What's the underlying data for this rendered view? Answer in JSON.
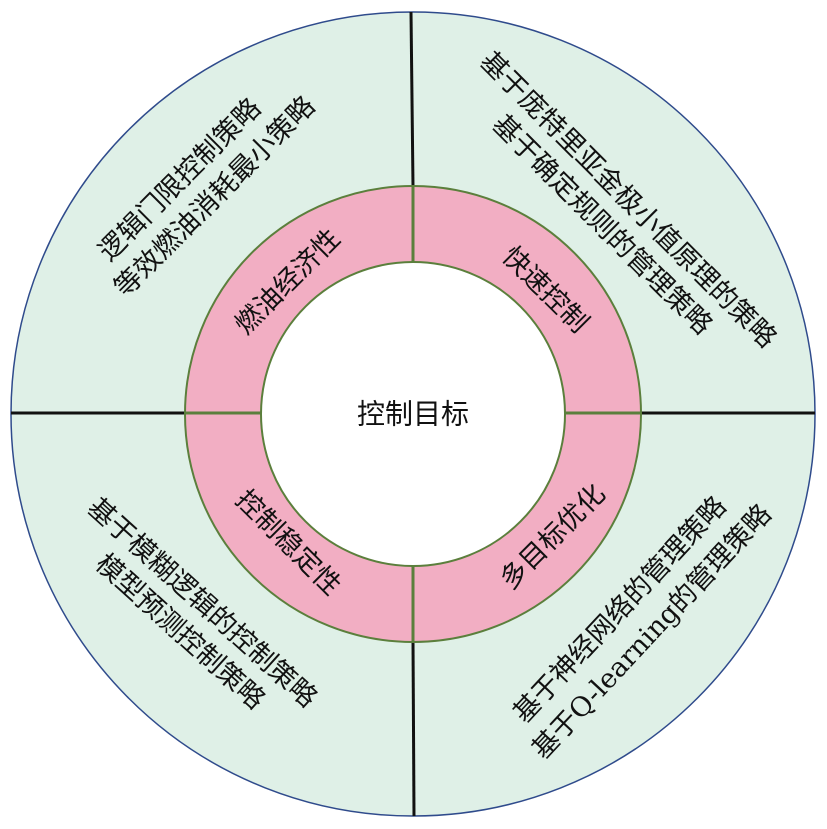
{
  "center": {
    "label": "控制目标"
  },
  "ring": [
    {
      "label": "燃油经济性"
    },
    {
      "label": "快速控制"
    },
    {
      "label": "控制稳定性"
    },
    {
      "label": "多目标优化"
    }
  ],
  "quadrants": {
    "top_left": {
      "lines": [
        "逻辑门限控制策略",
        "等效燃油消耗最小策略"
      ]
    },
    "top_right": {
      "lines": [
        "基于庞特里亚金极小值原理的策略",
        "基于确定规则的管理策略"
      ]
    },
    "bottom_left": {
      "lines": [
        "基于模糊逻辑的控制策略",
        "模型预测控制策略"
      ]
    },
    "bottom_right": {
      "lines": [
        "基于神经网络的管理策略",
        "基于Q-learning的管理策略"
      ]
    }
  },
  "colors": {
    "outer_fill": "#dff0e7",
    "outer_border": "#2f4b8c",
    "ring_fill": "#f2aec3",
    "ring_border": "#5b7f3c",
    "divider": "#111111"
  }
}
